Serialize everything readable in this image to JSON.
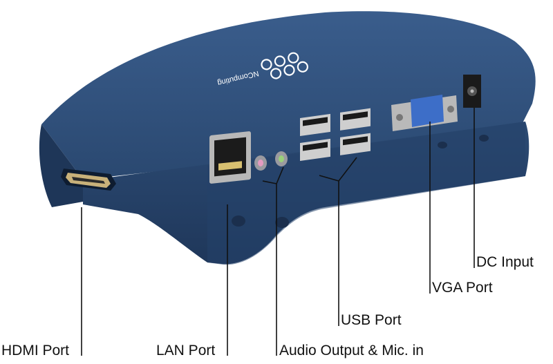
{
  "device": {
    "brand_logo": "NComputing",
    "colors": {
      "body": "#2b4a73",
      "body_dark": "#1c3251",
      "port_metal": "#c9c9c9",
      "vga_blue": "#3d6ec8"
    }
  },
  "labels": {
    "dc_input": "DC Input",
    "vga_port": "VGA Port",
    "usb_port": "USB Port",
    "hdmi_port": "HDMI Port",
    "lan_port": "LAN Port",
    "audio_port": "Audio Output & Mic. in"
  }
}
